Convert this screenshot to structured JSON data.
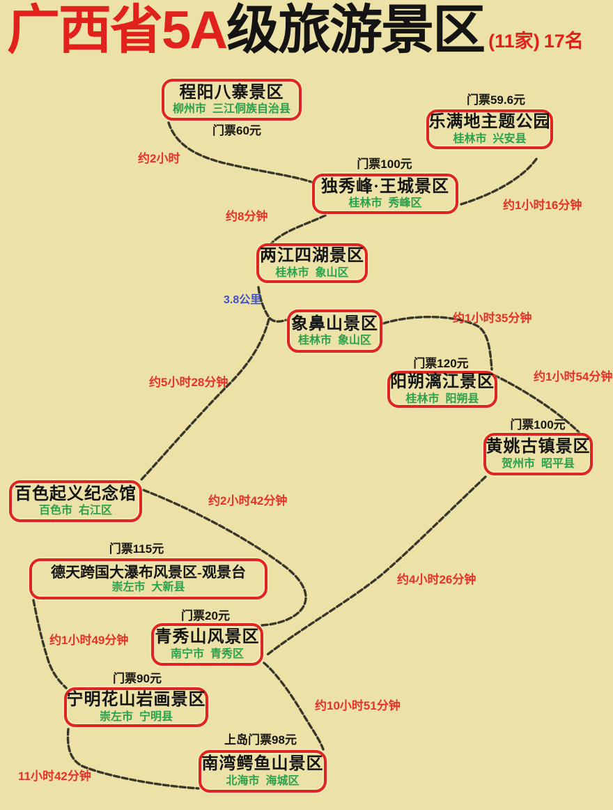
{
  "title": {
    "highlight": "广西省5A",
    "rest": "级旅游景区",
    "count": "(11家)",
    "rank": "17名"
  },
  "colors": {
    "background": "#ECE1A6",
    "box_border_red": "#E0251F",
    "title_red": "#E1221C",
    "time_red": "#E5322B",
    "location_green": "#2AA14B",
    "distance_blue": "#3F51C5",
    "route_line": "#2E2C22"
  },
  "attractions": [
    {
      "name": "程阳八寨景区",
      "location": "柳州市  三江侗族自治县",
      "ticket": "门票60元"
    },
    {
      "name": "乐满地主题公园",
      "location": "桂林市  兴安县",
      "ticket": "门票59.6元"
    },
    {
      "name": "独秀峰·王城景区",
      "location": "桂林市  秀峰区",
      "ticket": "门票100元"
    },
    {
      "name": "两江四湖景区",
      "location": "桂林市  象山区",
      "ticket": ""
    },
    {
      "name": "象鼻山景区",
      "location": "桂林市  象山区",
      "ticket": ""
    },
    {
      "name": "阳朔漓江景区",
      "location": "桂林市  阳朔县",
      "ticket": "门票120元"
    },
    {
      "name": "黄姚古镇景区",
      "location": "贺州市  昭平县",
      "ticket": "门票100元"
    },
    {
      "name": "百色起义纪念馆",
      "location": "百色市  右江区",
      "ticket": ""
    },
    {
      "name": "德天跨国大瀑布风景区-观景台",
      "location": "崇左市  大新县",
      "ticket": "门票115元"
    },
    {
      "name": "青秀山风景区",
      "location": "南宁市  青秀区",
      "ticket": "门票20元"
    },
    {
      "name": "宁明花山岩画景区",
      "location": "崇左市  宁明县",
      "ticket": "门票90元"
    },
    {
      "name": "南湾鳄鱼山景区",
      "location": "北海市  海城区",
      "ticket": "上岛门票98元"
    }
  ],
  "travel_times": [
    "约2小时",
    "约8分钟",
    "约1小时16分钟",
    "约1小时35分钟",
    "约5小时28分钟",
    "约1小时54分钟",
    "约2小时42分钟",
    "约4小时26分钟",
    "约1小时49分钟",
    "约10小时51分钟",
    "11小时42分钟"
  ],
  "distance_label": "3.8公里"
}
